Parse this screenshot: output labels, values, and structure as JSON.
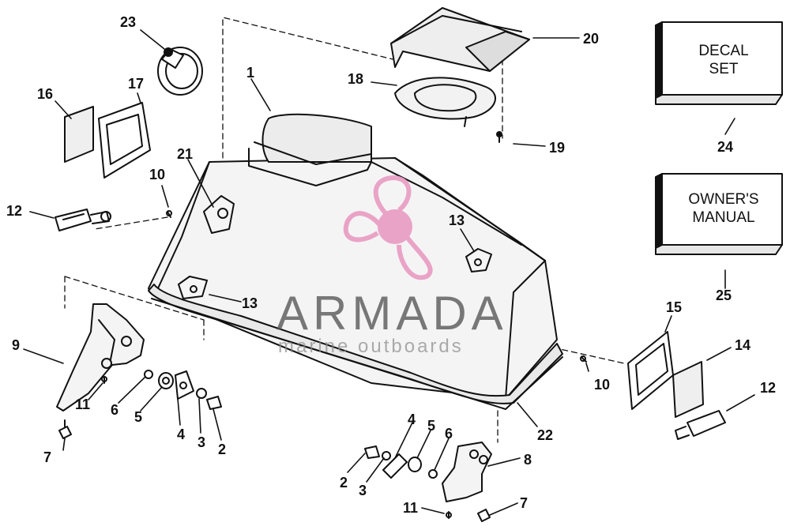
{
  "callouts": {
    "c1": "1",
    "c2a": "2",
    "c2b": "2",
    "c3a": "3",
    "c3b": "3",
    "c4a": "4",
    "c4b": "4",
    "c5a": "5",
    "c5b": "5",
    "c6a": "6",
    "c6b": "6",
    "c7a": "7",
    "c7b": "7",
    "c8": "8",
    "c9": "9",
    "c10a": "10",
    "c10b": "10",
    "c11a": "11",
    "c11b": "11",
    "c12a": "12",
    "c12b": "12",
    "c13a": "13",
    "c13b": "13",
    "c14": "14",
    "c15": "15",
    "c16": "16",
    "c17": "17",
    "c18": "18",
    "c19": "19",
    "c20": "20",
    "c21": "21",
    "c22": "22",
    "c23": "23",
    "c24": "24",
    "c25": "25"
  },
  "boxes": {
    "decal_line1": "DECAL",
    "decal_line2": "SET",
    "manual_line1": "OWNER'S",
    "manual_line2": "MANUAL"
  },
  "watermark": {
    "title": "ARMADA",
    "subtitle": "marine outboards",
    "color_primary": "#e89bc2",
    "color_text": "#555555"
  }
}
